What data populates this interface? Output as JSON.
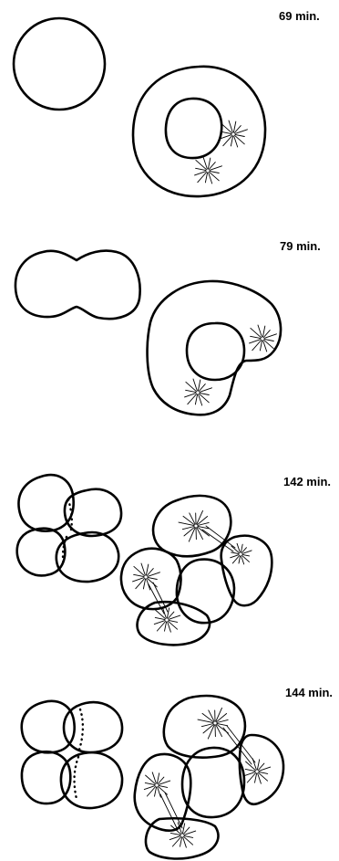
{
  "panels": [
    {
      "time_label": "69 min."
    },
    {
      "time_label": "79 min."
    },
    {
      "time_label": "142 min."
    },
    {
      "time_label": "144 min."
    }
  ]
}
